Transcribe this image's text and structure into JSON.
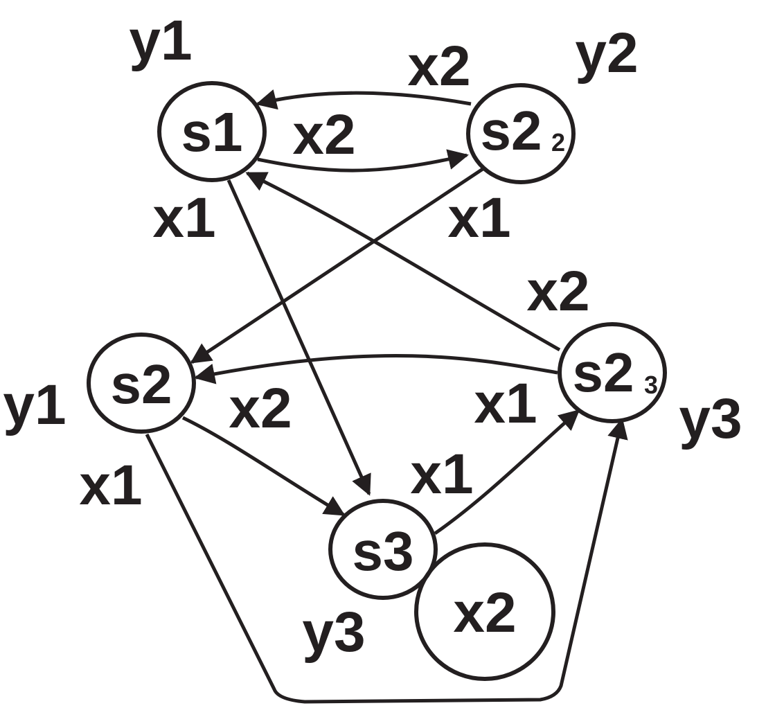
{
  "states": {
    "s1": {
      "text": "s1"
    },
    "s2_2": {
      "text": "s2",
      "subscript": "2"
    },
    "s2": {
      "text": "s2"
    },
    "s2_3": {
      "text": "s2",
      "subscript": "3"
    },
    "s3": {
      "text": "s3"
    }
  },
  "outputs": {
    "s1": "y1",
    "s2_2": "y2",
    "s2": "y1",
    "s2_3": "y3",
    "s3": "y3"
  },
  "edges": {
    "s2_2_to_s1": "x2",
    "s1_to_s2_2": "x2",
    "s1_to_s3": "x1",
    "s2_2_to_s2": "x1",
    "s2_3_to_s1": "x2",
    "s2_3_to_s2": "x2",
    "s3_to_s2_3": "x1",
    "s2_to_s3": "x1",
    "s2_to_s2_3": "x1",
    "s3_self": "x2"
  },
  "colors": {
    "ink": "#231f20",
    "background": "#ffffff"
  }
}
